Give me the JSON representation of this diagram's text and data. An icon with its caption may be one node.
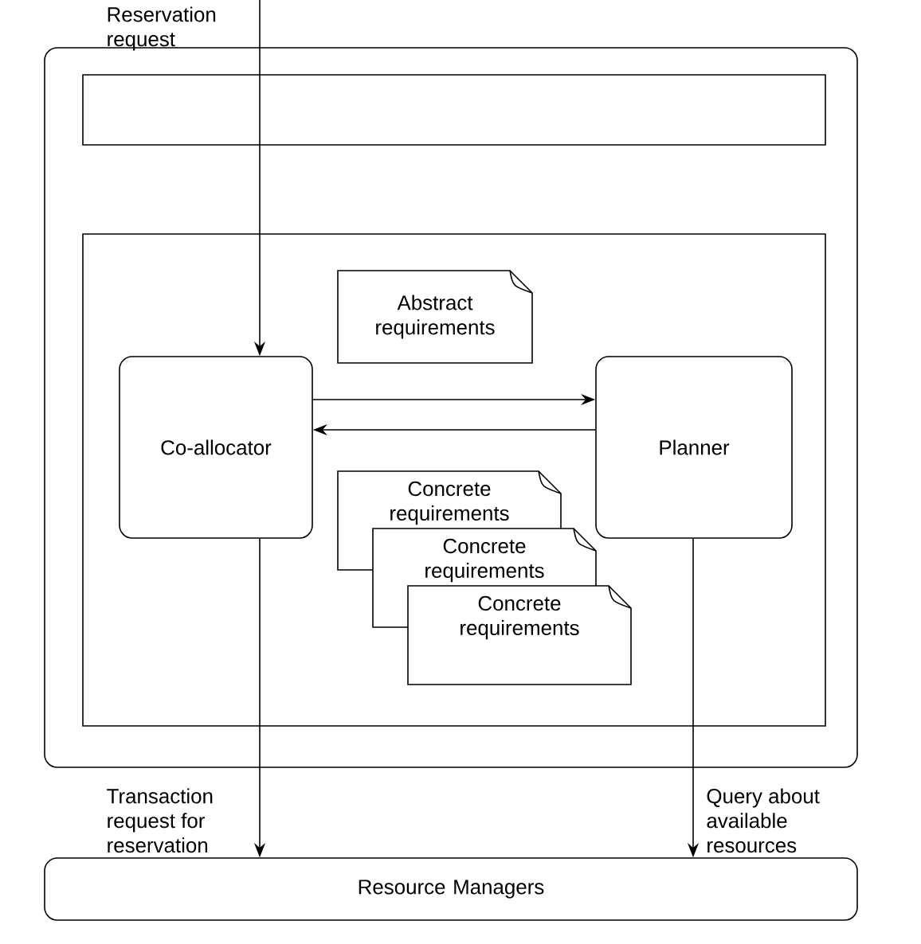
{
  "diagram": {
    "nodes": [
      {
        "text": [],
        "shape": "box"
      },
      {
        "text": [],
        "shape": "box",
        "in": 0
      },
      {
        "text": [],
        "shape": "box",
        "in": 0
      },
      {
        "text": [
          "Abstract requirements"
        ],
        "in": 2
      },
      {
        "text": [
          "Co-allocator"
        ],
        "in": 2
      },
      {
        "text": [
          "Planner"
        ],
        "in": 2
      },
      {
        "text": [
          "Concrete requirements"
        ],
        "in": 2
      },
      {
        "text": [
          "Concrete requirements"
        ],
        "in": 2
      },
      {
        "text": [
          "Concrete requirements"
        ],
        "in": 2
      },
      {
        "text": [
          "Resource Managers"
        ]
      }
    ],
    "edges": [
      {
        "from": null,
        "to": 4,
        "arrow": "to",
        "label": "Reservation request"
      },
      {
        "from": 4,
        "to": 5,
        "arrow": "to"
      },
      {
        "from": 5,
        "to": 4,
        "arrow": "to"
      },
      {
        "from": 4,
        "to": 9,
        "arrow": "to",
        "label": "Transaction request for reservation"
      },
      {
        "from": 5,
        "to": 9,
        "arrow": "to",
        "label": "Query about available resources"
      }
    ]
  }
}
